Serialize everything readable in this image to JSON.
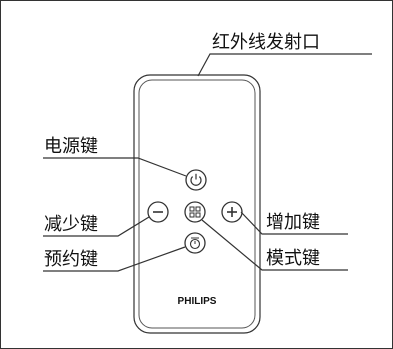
{
  "labels": {
    "ir_port": "红外线发射口",
    "power_key": "电源键",
    "decrease_key": "减少键",
    "timer_key": "预约键",
    "increase_key": "增加键",
    "mode_key": "模式键"
  },
  "remote": {
    "brand": "PHILIPS"
  }
}
